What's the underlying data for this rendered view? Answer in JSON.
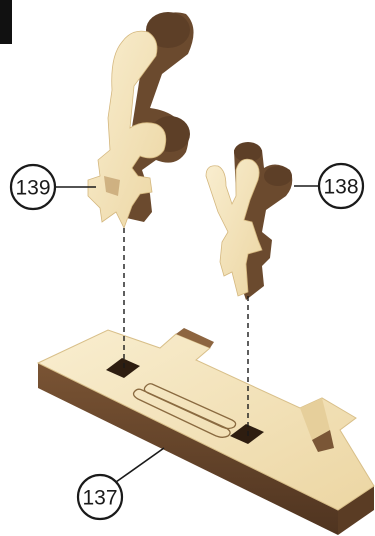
{
  "callouts": {
    "part_139": "139",
    "part_138": "138",
    "part_137": "137"
  },
  "colors": {
    "wood_face": "#f0dcae",
    "wood_light": "#f7ebc9",
    "wood_side": "#b98f57",
    "wood_dark": "#6b4a2e",
    "wood_edge": "#4f3420",
    "line": "#1a1a1a"
  }
}
